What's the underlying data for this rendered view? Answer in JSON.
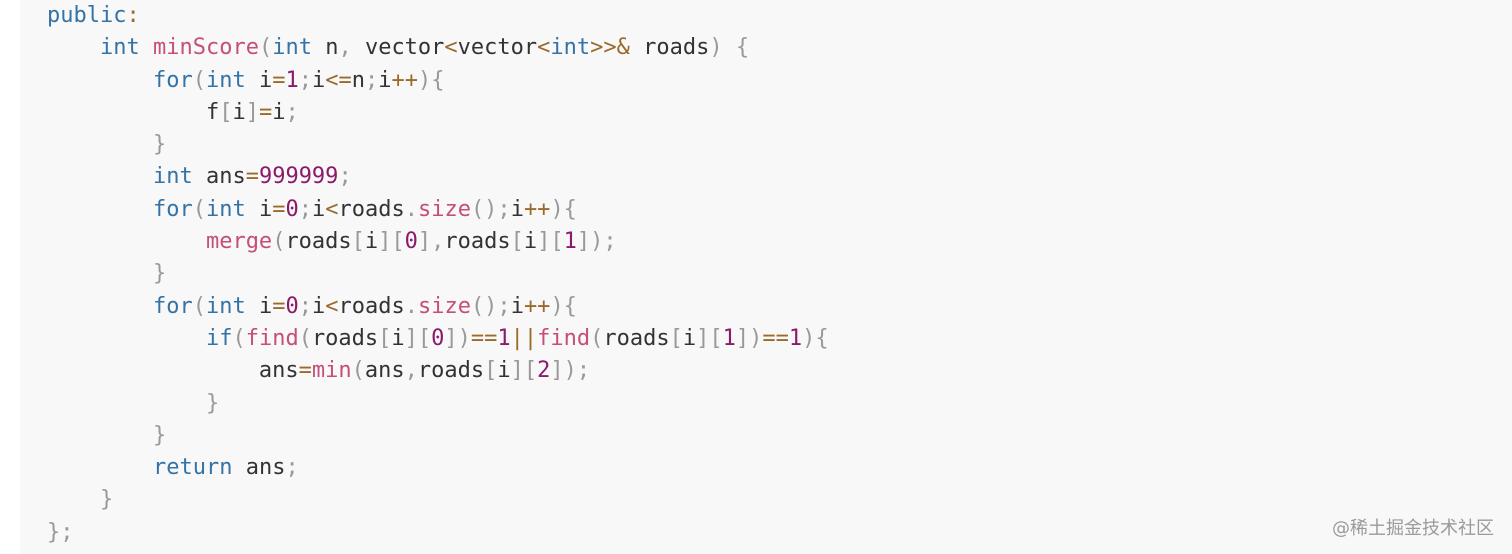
{
  "code": {
    "language": "cpp",
    "lines": [
      [
        [
          "kw",
          "public"
        ],
        [
          "op",
          ":"
        ]
      ],
      [
        [
          "tx",
          "    "
        ],
        [
          "kw",
          "int"
        ],
        [
          "tx",
          " "
        ],
        [
          "fn",
          "minScore"
        ],
        [
          "pn",
          "("
        ],
        [
          "kw",
          "int"
        ],
        [
          "tx",
          " n"
        ],
        [
          "pn",
          ","
        ],
        [
          "tx",
          " vector"
        ],
        [
          "op",
          "<"
        ],
        [
          "tx",
          "vector"
        ],
        [
          "op",
          "<"
        ],
        [
          "kw",
          "int"
        ],
        [
          "op",
          ">>&"
        ],
        [
          "tx",
          " roads"
        ],
        [
          "pn",
          ")"
        ],
        [
          "tx",
          " "
        ],
        [
          "pn",
          "{"
        ]
      ],
      [
        [
          "tx",
          "        "
        ],
        [
          "kw",
          "for"
        ],
        [
          "pn",
          "("
        ],
        [
          "kw",
          "int"
        ],
        [
          "tx",
          " i"
        ],
        [
          "op",
          "="
        ],
        [
          "num",
          "1"
        ],
        [
          "pn",
          ";"
        ],
        [
          "tx",
          "i"
        ],
        [
          "op",
          "<="
        ],
        [
          "tx",
          "n"
        ],
        [
          "pn",
          ";"
        ],
        [
          "tx",
          "i"
        ],
        [
          "op",
          "++"
        ],
        [
          "pn",
          "){"
        ]
      ],
      [
        [
          "tx",
          "            f"
        ],
        [
          "pn",
          "["
        ],
        [
          "tx",
          "i"
        ],
        [
          "pn",
          "]"
        ],
        [
          "op",
          "="
        ],
        [
          "tx",
          "i"
        ],
        [
          "pn",
          ";"
        ]
      ],
      [
        [
          "tx",
          "        "
        ],
        [
          "pn",
          "}"
        ]
      ],
      [
        [
          "tx",
          "        "
        ],
        [
          "kw",
          "int"
        ],
        [
          "tx",
          " ans"
        ],
        [
          "op",
          "="
        ],
        [
          "num",
          "999999"
        ],
        [
          "pn",
          ";"
        ]
      ],
      [
        [
          "tx",
          "        "
        ],
        [
          "kw",
          "for"
        ],
        [
          "pn",
          "("
        ],
        [
          "kw",
          "int"
        ],
        [
          "tx",
          " i"
        ],
        [
          "op",
          "="
        ],
        [
          "num",
          "0"
        ],
        [
          "pn",
          ";"
        ],
        [
          "tx",
          "i"
        ],
        [
          "op",
          "<"
        ],
        [
          "tx",
          "roads"
        ],
        [
          "pn",
          "."
        ],
        [
          "fn",
          "size"
        ],
        [
          "pn",
          "();"
        ],
        [
          "tx",
          "i"
        ],
        [
          "op",
          "++"
        ],
        [
          "pn",
          "){"
        ]
      ],
      [
        [
          "tx",
          "            "
        ],
        [
          "fn",
          "merge"
        ],
        [
          "pn",
          "("
        ],
        [
          "tx",
          "roads"
        ],
        [
          "pn",
          "["
        ],
        [
          "tx",
          "i"
        ],
        [
          "pn",
          "]["
        ],
        [
          "num",
          "0"
        ],
        [
          "pn",
          "],"
        ],
        [
          "tx",
          "roads"
        ],
        [
          "pn",
          "["
        ],
        [
          "tx",
          "i"
        ],
        [
          "pn",
          "]["
        ],
        [
          "num",
          "1"
        ],
        [
          "pn",
          "]);"
        ]
      ],
      [
        [
          "tx",
          "        "
        ],
        [
          "pn",
          "}"
        ]
      ],
      [
        [
          "tx",
          "        "
        ],
        [
          "kw",
          "for"
        ],
        [
          "pn",
          "("
        ],
        [
          "kw",
          "int"
        ],
        [
          "tx",
          " i"
        ],
        [
          "op",
          "="
        ],
        [
          "num",
          "0"
        ],
        [
          "pn",
          ";"
        ],
        [
          "tx",
          "i"
        ],
        [
          "op",
          "<"
        ],
        [
          "tx",
          "roads"
        ],
        [
          "pn",
          "."
        ],
        [
          "fn",
          "size"
        ],
        [
          "pn",
          "();"
        ],
        [
          "tx",
          "i"
        ],
        [
          "op",
          "++"
        ],
        [
          "pn",
          "){"
        ]
      ],
      [
        [
          "tx",
          "            "
        ],
        [
          "kw",
          "if"
        ],
        [
          "pn",
          "("
        ],
        [
          "fn",
          "find"
        ],
        [
          "pn",
          "("
        ],
        [
          "tx",
          "roads"
        ],
        [
          "pn",
          "["
        ],
        [
          "tx",
          "i"
        ],
        [
          "pn",
          "]["
        ],
        [
          "num",
          "0"
        ],
        [
          "pn",
          "])"
        ],
        [
          "op",
          "=="
        ],
        [
          "num",
          "1"
        ],
        [
          "op",
          "||"
        ],
        [
          "fn",
          "find"
        ],
        [
          "pn",
          "("
        ],
        [
          "tx",
          "roads"
        ],
        [
          "pn",
          "["
        ],
        [
          "tx",
          "i"
        ],
        [
          "pn",
          "]["
        ],
        [
          "num",
          "1"
        ],
        [
          "pn",
          "])"
        ],
        [
          "op",
          "=="
        ],
        [
          "num",
          "1"
        ],
        [
          "pn",
          "){"
        ]
      ],
      [
        [
          "tx",
          "                ans"
        ],
        [
          "op",
          "="
        ],
        [
          "fn",
          "min"
        ],
        [
          "pn",
          "("
        ],
        [
          "tx",
          "ans"
        ],
        [
          "pn",
          ","
        ],
        [
          "tx",
          "roads"
        ],
        [
          "pn",
          "["
        ],
        [
          "tx",
          "i"
        ],
        [
          "pn",
          "]["
        ],
        [
          "num",
          "2"
        ],
        [
          "pn",
          "]);"
        ]
      ],
      [
        [
          "tx",
          "            "
        ],
        [
          "pn",
          "}"
        ]
      ],
      [
        [
          "tx",
          "        "
        ],
        [
          "pn",
          "}"
        ]
      ],
      [
        [
          "tx",
          "        "
        ],
        [
          "kw",
          "return"
        ],
        [
          "tx",
          " ans"
        ],
        [
          "pn",
          ";"
        ]
      ],
      [
        [
          "tx",
          "    "
        ],
        [
          "pn",
          "}"
        ]
      ],
      [
        [
          "pn",
          "};"
        ]
      ]
    ]
  },
  "watermark": "@稀土掘金技术社区",
  "colors": {
    "background": "#f8f8f8",
    "keyword": "#3573a6",
    "function": "#c54e7a",
    "number": "#8a1a6b",
    "operator": "#9a6a2b",
    "punctuation": "#999999",
    "text": "#333333"
  }
}
